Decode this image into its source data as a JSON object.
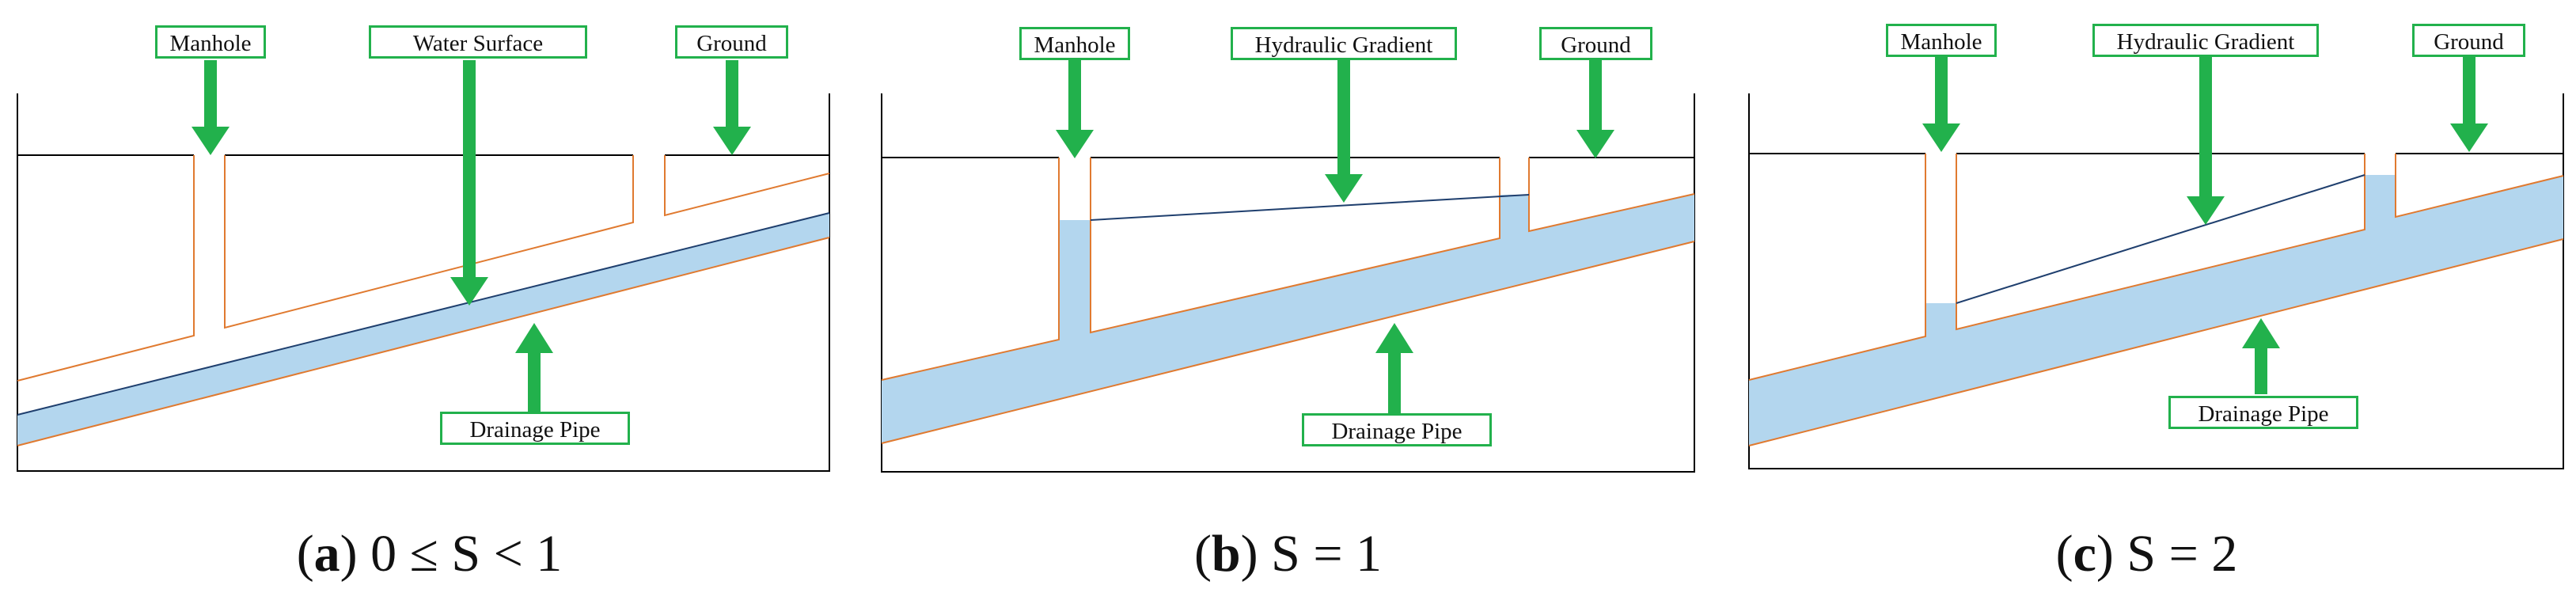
{
  "panels": [
    {
      "labels": {
        "manhole": "Manhole",
        "water_surface": "Water Surface",
        "ground": "Ground",
        "drainage_pipe": "Drainage Pipe"
      },
      "caption": {
        "letter": "a",
        "text": "0 ≤ S < 1"
      }
    },
    {
      "labels": {
        "manhole": "Manhole",
        "hydraulic_gradient": "Hydraulic Gradient",
        "ground": "Ground",
        "drainage_pipe": "Drainage Pipe"
      },
      "caption": {
        "letter": "b",
        "text": "S = 1"
      }
    },
    {
      "labels": {
        "manhole": "Manhole",
        "hydraulic_gradient": "Hydraulic Gradient",
        "ground": "Ground",
        "drainage_pipe": "Drainage Pipe"
      },
      "caption": {
        "letter": "c",
        "text": "S = 2"
      }
    }
  ],
  "colors": {
    "arrow": "#22b14c",
    "water": "#b3d6ee",
    "pipe_edge": "#e07a30",
    "gradient_line": "#1f3f6e",
    "ground_line": "#000000"
  }
}
